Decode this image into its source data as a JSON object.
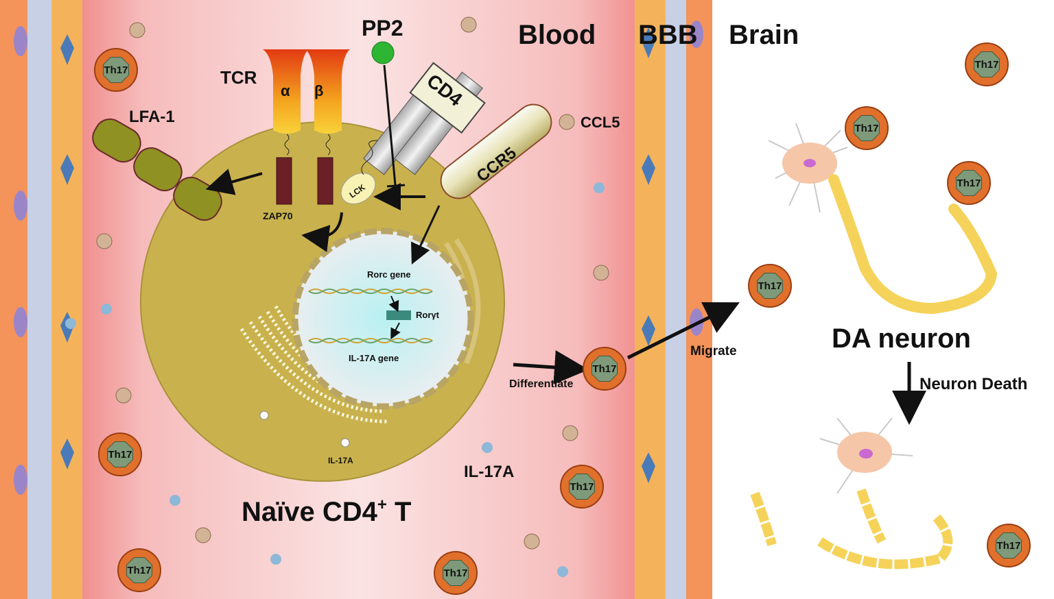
{
  "regions": {
    "blood": "Blood",
    "bbb": "BBB",
    "brain": "Brain"
  },
  "inhibitor": "PP2",
  "receptors": {
    "tcr": "TCR",
    "alpha": "α",
    "beta": "β",
    "cd4": "CD4",
    "ccr5": "CCR5",
    "ccl5": "CCL5",
    "lfa1": "LFA-1",
    "zap70": "ZAP70",
    "lck": "LCK"
  },
  "nucleus": {
    "rorc_gene": "Rorc gene",
    "roryt": "Rorγt",
    "il17a_gene": "IL-17A gene"
  },
  "cell": {
    "il17a_inside": "IL-17A",
    "name": "Naïve CD4",
    "sup": "+",
    "suffix": " T"
  },
  "il17a_outside": "IL-17A",
  "steps": {
    "differentiate": "Differentiate",
    "migrate": "Migrate",
    "neuron_death": "Neuron Death"
  },
  "neuron": {
    "label": "DA neuron"
  },
  "th17_label": "Th17",
  "colors": {
    "vessel_pink": "#f7c6c6",
    "cell_olive": "#c9b24e",
    "th17_orange": "#e0702c",
    "th17_core": "#7f9a7a",
    "cytokine_blue": "#8db8d8",
    "ccl5_tan": "#d2b396",
    "bbb_orange": "#f4935a",
    "neuron_pink": "#f5c6a8",
    "axon_yellow": "#f5d35a"
  }
}
